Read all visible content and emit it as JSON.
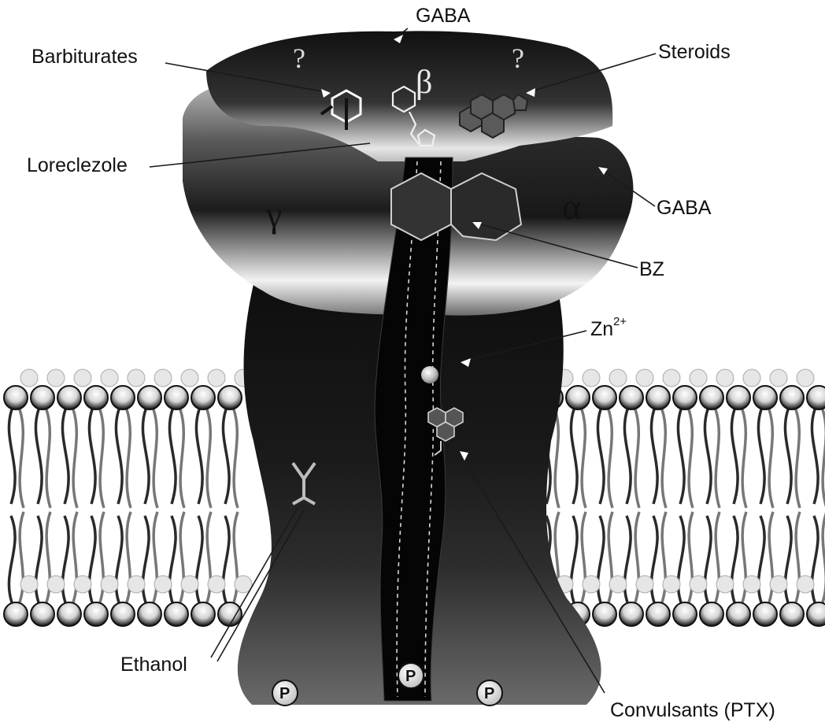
{
  "labels": {
    "gaba_top": "GABA",
    "barbiturates": "Barbiturates",
    "steroids": "Steroids",
    "loreclezole": "Loreclezole",
    "gaba_right": "GABA",
    "bz": "BZ",
    "zn": "Zn",
    "zn_sup": "2+",
    "ethanol": "Ethanol",
    "convulsants": "Convulsants (PTX)"
  },
  "subunits": {
    "gamma": "γ",
    "alpha": "α",
    "beta": "β"
  },
  "unknown_marks": [
    "?",
    "?"
  ],
  "phospho": [
    "P",
    "P",
    "P"
  ]
}
